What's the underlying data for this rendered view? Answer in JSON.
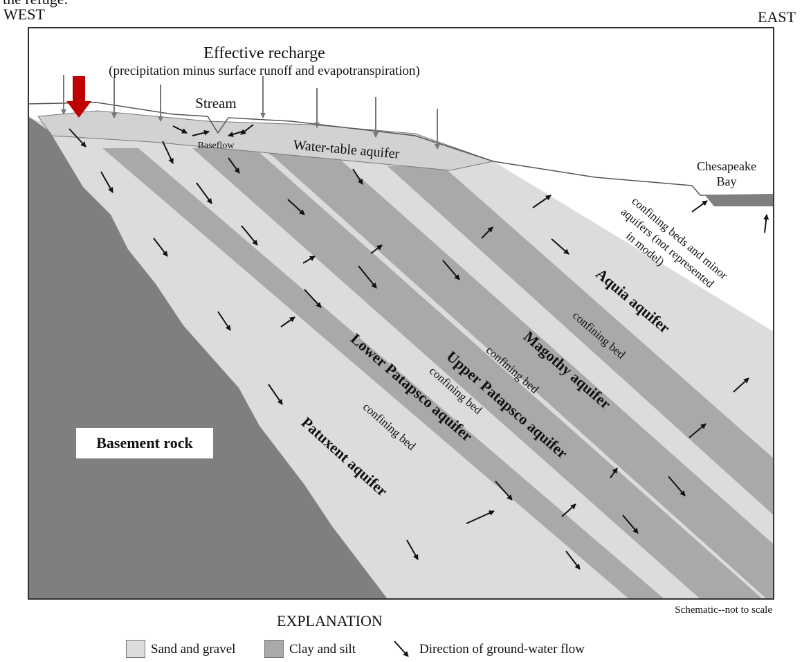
{
  "header": {
    "top_cut_text": "the refuge.",
    "west": "WEST",
    "east": "EAST"
  },
  "diagram": {
    "recharge_title": "Effective recharge",
    "recharge_sub": "(precipitation minus surface runoff and evapotranspiration)",
    "stream": "Stream",
    "baseflow": "Baseflow",
    "water_table": "Water-table aquifer",
    "bay_line1": "Chesapeake",
    "bay_line2": "Bay",
    "minor_line1": "confining beds and minor",
    "minor_line2": "aquifers (not represented",
    "minor_line3": "in model)",
    "aquia": "Aquia aquifer",
    "magothy": "Magothy aquifer",
    "upper_patapsco": "Upper Patapsco aquifer",
    "lower_patapsco": "Lower Patapsco aquifer",
    "patuxent": "Patuxent aquifer",
    "confining_bed": "confining bed",
    "basement": "Basement rock",
    "schematic_note": "Schematic--not to scale"
  },
  "legend": {
    "title": "EXPLANATION",
    "sand": "Sand and gravel",
    "clay": "Clay and silt",
    "flow": "Direction of ground-water flow"
  },
  "colors": {
    "sand": "#dcdcdc",
    "clay": "#a9a9a9",
    "basement": "#7f7f7f",
    "highlight_arrow": "#c00000"
  }
}
